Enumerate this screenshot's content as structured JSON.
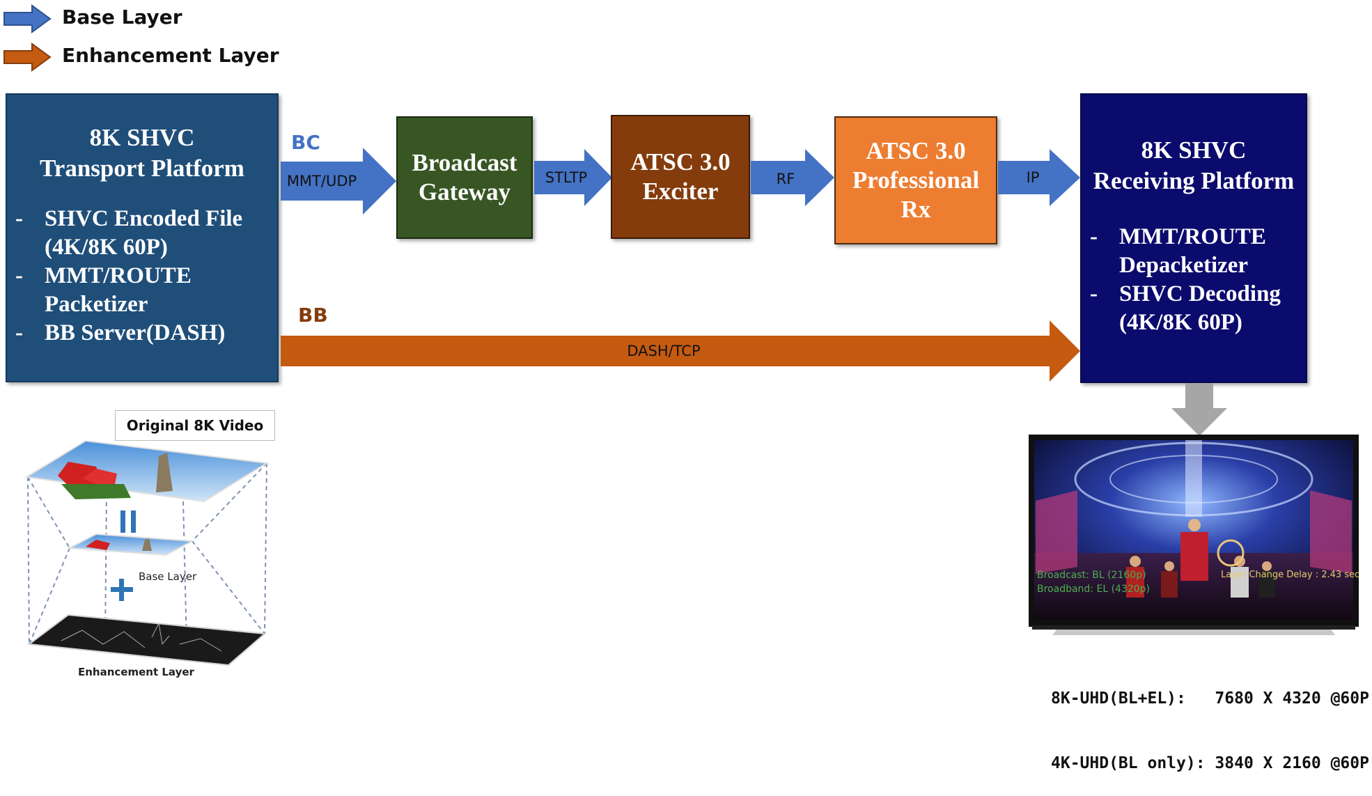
{
  "legend": {
    "base_label": "Base Layer",
    "enhancement_label": "Enhancement Layer",
    "base_color": "#4472c4",
    "enhancement_color": "#c55a11"
  },
  "transport_platform": {
    "title_line1": "8K SHVC",
    "title_line2": "Transport Platform",
    "items": [
      {
        "dash": "-",
        "line1": "SHVC Encoded File",
        "line2": "(4K/8K 60P)"
      },
      {
        "dash": "-",
        "line1": "MMT/ROUTE",
        "line2": "Packetizer"
      },
      {
        "dash": "-",
        "line1": "BB Server(DASH)",
        "line2": ""
      }
    ]
  },
  "bc": {
    "label": "BC",
    "arrow1": "MMT/UDP",
    "arrow2": "STLTP",
    "arrow3": "RF",
    "arrow4": "IP"
  },
  "bb": {
    "label": "BB",
    "arrow": "DASH/TCP"
  },
  "gateway": {
    "line1": "Broadcast",
    "line2": "Gateway"
  },
  "exciter": {
    "line1": "ATSC 3.0",
    "line2": "Exciter"
  },
  "receiver": {
    "line1": "ATSC 3.0",
    "line2": "Professional",
    "line3": "Rx"
  },
  "receiving_platform": {
    "title_line1": "8K SHVC",
    "title_line2": "Receiving Platform",
    "items": [
      {
        "dash": "-",
        "line1": "MMT/ROUTE",
        "line2": "Depacketizer"
      },
      {
        "dash": "-",
        "line1": "SHVC Decoding",
        "line2": "(4K/8K 60P)"
      }
    ]
  },
  "video_illustration": {
    "original_label": "Original 8K Video",
    "equals_sign": "II",
    "plus_sign": "+",
    "base_layer_label": "Base Layer",
    "enhancement_layer_label": "Enhancement Layer"
  },
  "tv_overlay": {
    "broadcast": "Broadcast: BL (2160p)",
    "broadband": "Broadband: EL (4320p)",
    "delay": "Layer Change Delay : 2.43 sec"
  },
  "output_spec": {
    "line1": "8K-UHD(BL+EL):   7680 X 4320 @60P,",
    "line2": "4K-UHD(BL only): 3840 X 2160 @60P"
  }
}
